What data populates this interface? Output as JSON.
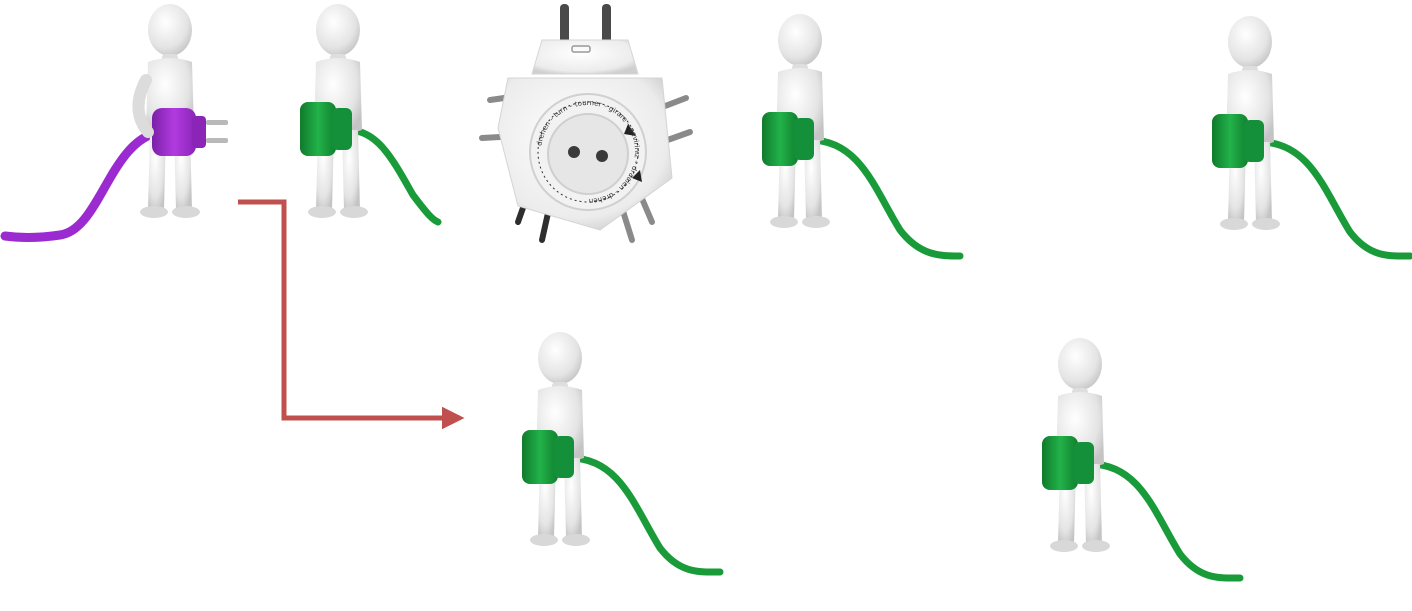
{
  "figures": [
    {
      "id": "figure-purple-plug",
      "plug_type": "plug",
      "color": "#9b2bd1"
    },
    {
      "id": "figure-green-socket-1",
      "plug_type": "socket",
      "color": "#1a9b3a"
    },
    {
      "id": "figure-green-socket-2",
      "plug_type": "socket",
      "color": "#1a9b3a"
    },
    {
      "id": "figure-green-socket-3",
      "plug_type": "socket",
      "color": "#1a9b3a"
    },
    {
      "id": "figure-green-socket-4",
      "plug_type": "socket",
      "color": "#1a9b3a"
    },
    {
      "id": "figure-green-socket-5",
      "plug_type": "socket",
      "color": "#1a9b3a"
    }
  ],
  "adapter": {
    "dial_text": "drehen – turn – tourner – girare – pevirinız – draaien – drehen",
    "color": "#f4f4f4"
  },
  "connector_arrow": {
    "color": "#c0504d"
  },
  "colors": {
    "background": "#ffffff",
    "figure_body": "#e8e8e8",
    "figure_shadow": "#c9c9c9",
    "plug_purple": "#9b2bd1",
    "socket_green": "#1a9b3a",
    "pin_metal": "#8a8a8a",
    "arrow": "#c0504d"
  }
}
